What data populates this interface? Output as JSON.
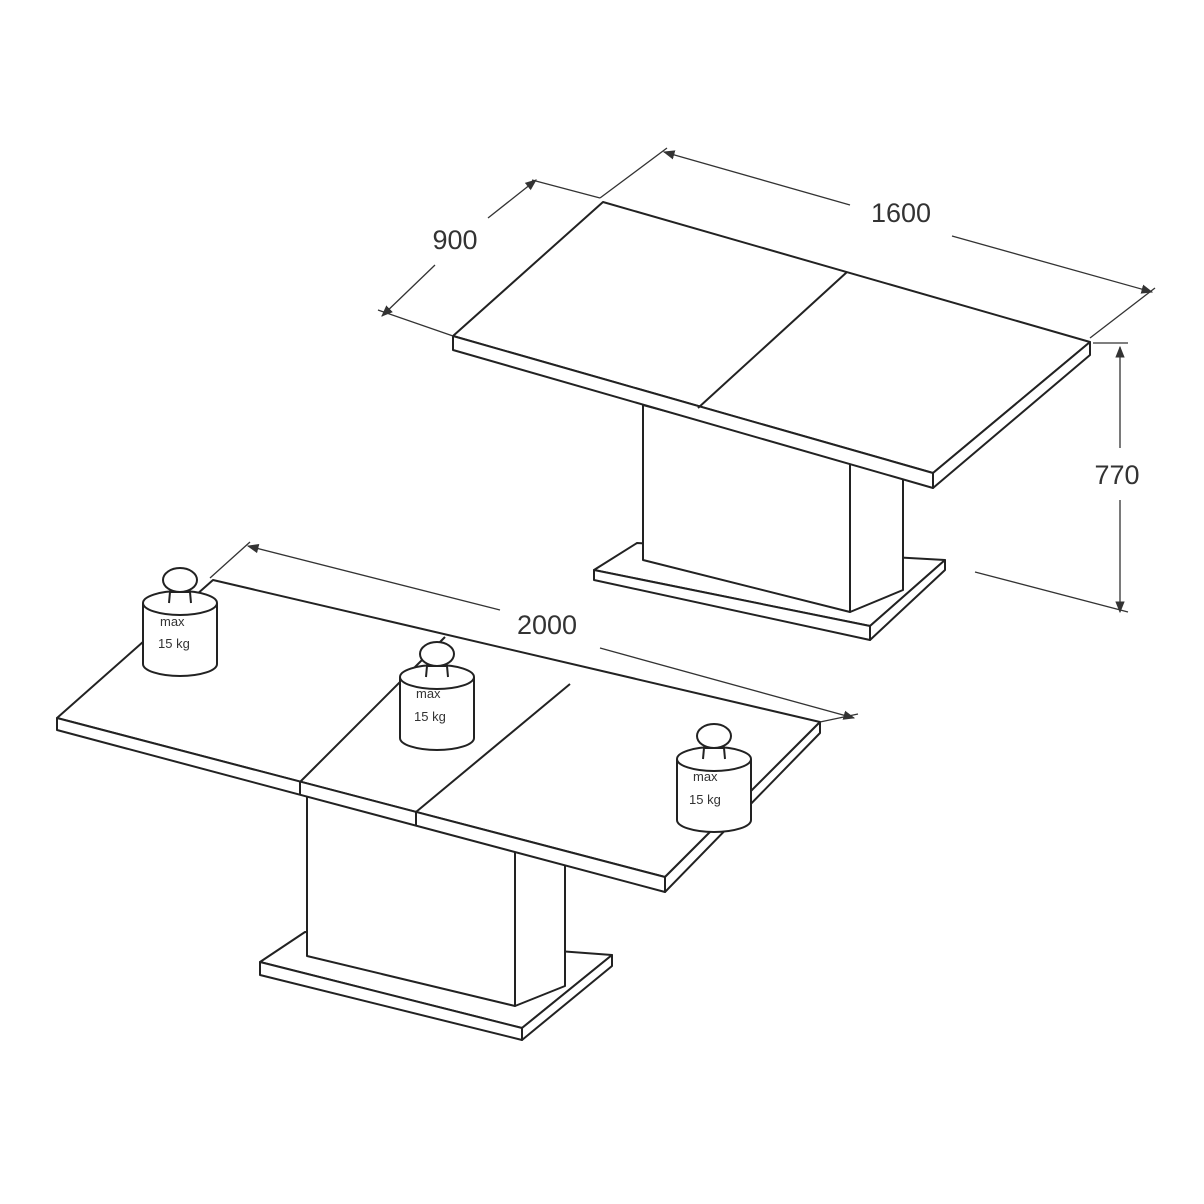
{
  "dimensions": {
    "length_closed": "1600",
    "depth": "900",
    "height": "770",
    "length_extended": "2000"
  },
  "weights": [
    {
      "line1": "max",
      "line2": "15 kg"
    },
    {
      "line1": "max",
      "line2": "15 kg"
    },
    {
      "line1": "max",
      "line2": "15 kg"
    }
  ]
}
